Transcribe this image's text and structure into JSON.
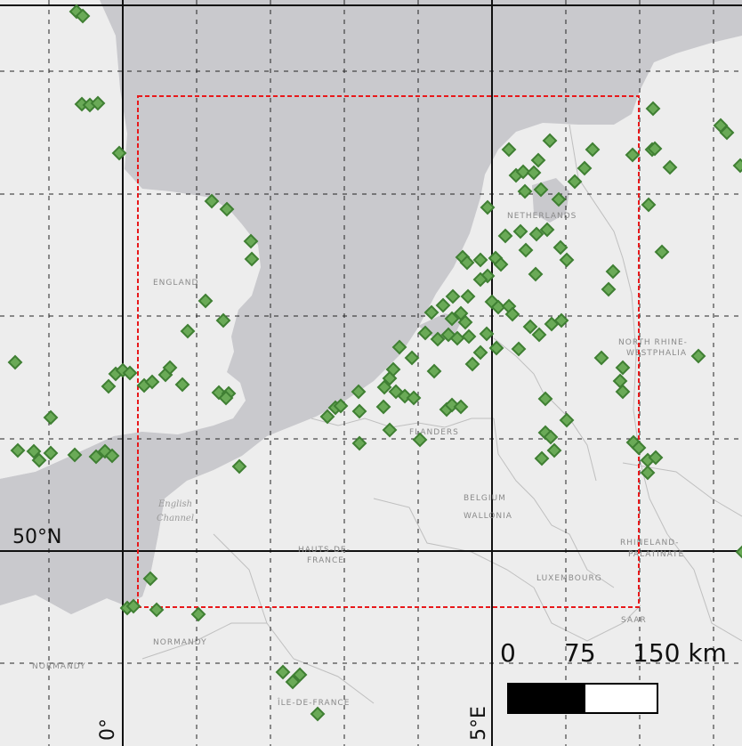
{
  "colors": {
    "land": "#ededed",
    "sea": "#c9c9cd",
    "border": "#bfbfbf",
    "grid_major": "#111111",
    "grid_minor": "#222222",
    "bbox": "#e8191b",
    "marker_fill": "#6aaa57",
    "marker_stroke": "#3f7f33"
  },
  "labels": {
    "lat_50": "50°N",
    "lon_0": "0°",
    "lon_5": "5°E",
    "netherlands": "NETHERLANDS",
    "england": "ENGLAND",
    "nrw1": "NORTH RHINE-",
    "nrw2": "WESTPHALIA",
    "flanders": "FLANDERS",
    "belgium": "BELGIUM",
    "wallonia": "WALLONIA",
    "hauts1": "HAUTS-DE-",
    "hauts2": "FRANCE",
    "luxembourg": "LUXEMBOURG",
    "rhineland1": "RHINELAND-",
    "rhineland2": "PALATINATE",
    "saar": "SAAR",
    "normandy": "NORMANDY",
    "normandy2": "NORMANDY",
    "iledefrance": "ÎLE-DE-FRANCE",
    "channel1": "English",
    "channel2": "Channel"
  },
  "scale_bar": {
    "ticks": [
      "0",
      "75",
      "150 km"
    ]
  },
  "markers": [
    [
      86,
      13
    ],
    [
      93,
      18
    ],
    [
      92,
      117
    ],
    [
      101,
      118
    ],
    [
      110,
      116
    ],
    [
      134,
      172
    ],
    [
      238,
      226
    ],
    [
      255,
      235
    ],
    [
      282,
      271
    ],
    [
      283,
      291
    ],
    [
      231,
      338
    ],
    [
      251,
      360
    ],
    [
      211,
      372
    ],
    [
      17,
      407
    ],
    [
      57,
      469
    ],
    [
      20,
      506
    ],
    [
      38,
      507
    ],
    [
      44,
      517
    ],
    [
      57,
      509
    ],
    [
      84,
      511
    ],
    [
      108,
      513
    ],
    [
      118,
      507
    ],
    [
      126,
      512
    ],
    [
      122,
      434
    ],
    [
      130,
      420
    ],
    [
      138,
      416
    ],
    [
      146,
      419
    ],
    [
      162,
      433
    ],
    [
      171,
      429
    ],
    [
      186,
      421
    ],
    [
      191,
      413
    ],
    [
      205,
      432
    ],
    [
      246,
      441
    ],
    [
      257,
      442
    ],
    [
      254,
      447
    ],
    [
      269,
      524
    ],
    [
      169,
      650
    ],
    [
      143,
      683
    ],
    [
      150,
      681
    ],
    [
      176,
      685
    ],
    [
      223,
      690
    ],
    [
      318,
      755
    ],
    [
      329,
      766
    ],
    [
      337,
      758
    ],
    [
      357,
      802
    ],
    [
      368,
      468
    ],
    [
      377,
      458
    ],
    [
      383,
      456
    ],
    [
      403,
      440
    ],
    [
      404,
      462
    ],
    [
      404,
      498
    ],
    [
      432,
      435
    ],
    [
      438,
      425
    ],
    [
      442,
      415
    ],
    [
      449,
      390
    ],
    [
      463,
      402
    ],
    [
      445,
      440
    ],
    [
      455,
      445
    ],
    [
      465,
      447
    ],
    [
      431,
      457
    ],
    [
      438,
      483
    ],
    [
      472,
      494
    ],
    [
      488,
      417
    ],
    [
      502,
      460
    ],
    [
      508,
      455
    ],
    [
      518,
      457
    ],
    [
      548,
      233
    ],
    [
      572,
      168
    ],
    [
      580,
      197
    ],
    [
      588,
      193
    ],
    [
      605,
      180
    ],
    [
      618,
      158
    ],
    [
      666,
      168
    ],
    [
      657,
      189
    ],
    [
      646,
      204
    ],
    [
      600,
      194
    ],
    [
      590,
      215
    ],
    [
      608,
      213
    ],
    [
      628,
      224
    ],
    [
      568,
      265
    ],
    [
      585,
      260
    ],
    [
      603,
      263
    ],
    [
      615,
      258
    ],
    [
      591,
      281
    ],
    [
      602,
      308
    ],
    [
      630,
      278
    ],
    [
      637,
      292
    ],
    [
      631,
      360
    ],
    [
      620,
      364
    ],
    [
      606,
      376
    ],
    [
      596,
      367
    ],
    [
      583,
      392
    ],
    [
      558,
      391
    ],
    [
      520,
      289
    ],
    [
      525,
      295
    ],
    [
      540,
      292
    ],
    [
      557,
      290
    ],
    [
      563,
      297
    ],
    [
      548,
      310
    ],
    [
      540,
      314
    ],
    [
      509,
      333
    ],
    [
      498,
      343
    ],
    [
      485,
      351
    ],
    [
      478,
      374
    ],
    [
      492,
      381
    ],
    [
      504,
      376
    ],
    [
      514,
      380
    ],
    [
      527,
      378
    ],
    [
      523,
      362
    ],
    [
      518,
      352
    ],
    [
      508,
      358
    ],
    [
      526,
      333
    ],
    [
      553,
      339
    ],
    [
      560,
      345
    ],
    [
      572,
      344
    ],
    [
      576,
      353
    ],
    [
      547,
      375
    ],
    [
      540,
      396
    ],
    [
      531,
      409
    ],
    [
      684,
      325
    ],
    [
      689,
      305
    ],
    [
      711,
      174
    ],
    [
      734,
      122
    ],
    [
      733,
      168
    ],
    [
      753,
      188
    ],
    [
      736,
      167
    ],
    [
      729,
      230
    ],
    [
      744,
      283
    ],
    [
      676,
      402
    ],
    [
      700,
      413
    ],
    [
      697,
      428
    ],
    [
      700,
      440
    ],
    [
      785,
      400
    ],
    [
      712,
      497
    ],
    [
      718,
      503
    ],
    [
      728,
      517
    ],
    [
      737,
      514
    ],
    [
      728,
      531
    ],
    [
      613,
      448
    ],
    [
      637,
      472
    ],
    [
      613,
      486
    ],
    [
      619,
      491
    ],
    [
      623,
      506
    ],
    [
      609,
      515
    ],
    [
      810,
      141
    ],
    [
      817,
      149
    ],
    [
      835,
      620
    ],
    [
      832,
      186
    ]
  ]
}
